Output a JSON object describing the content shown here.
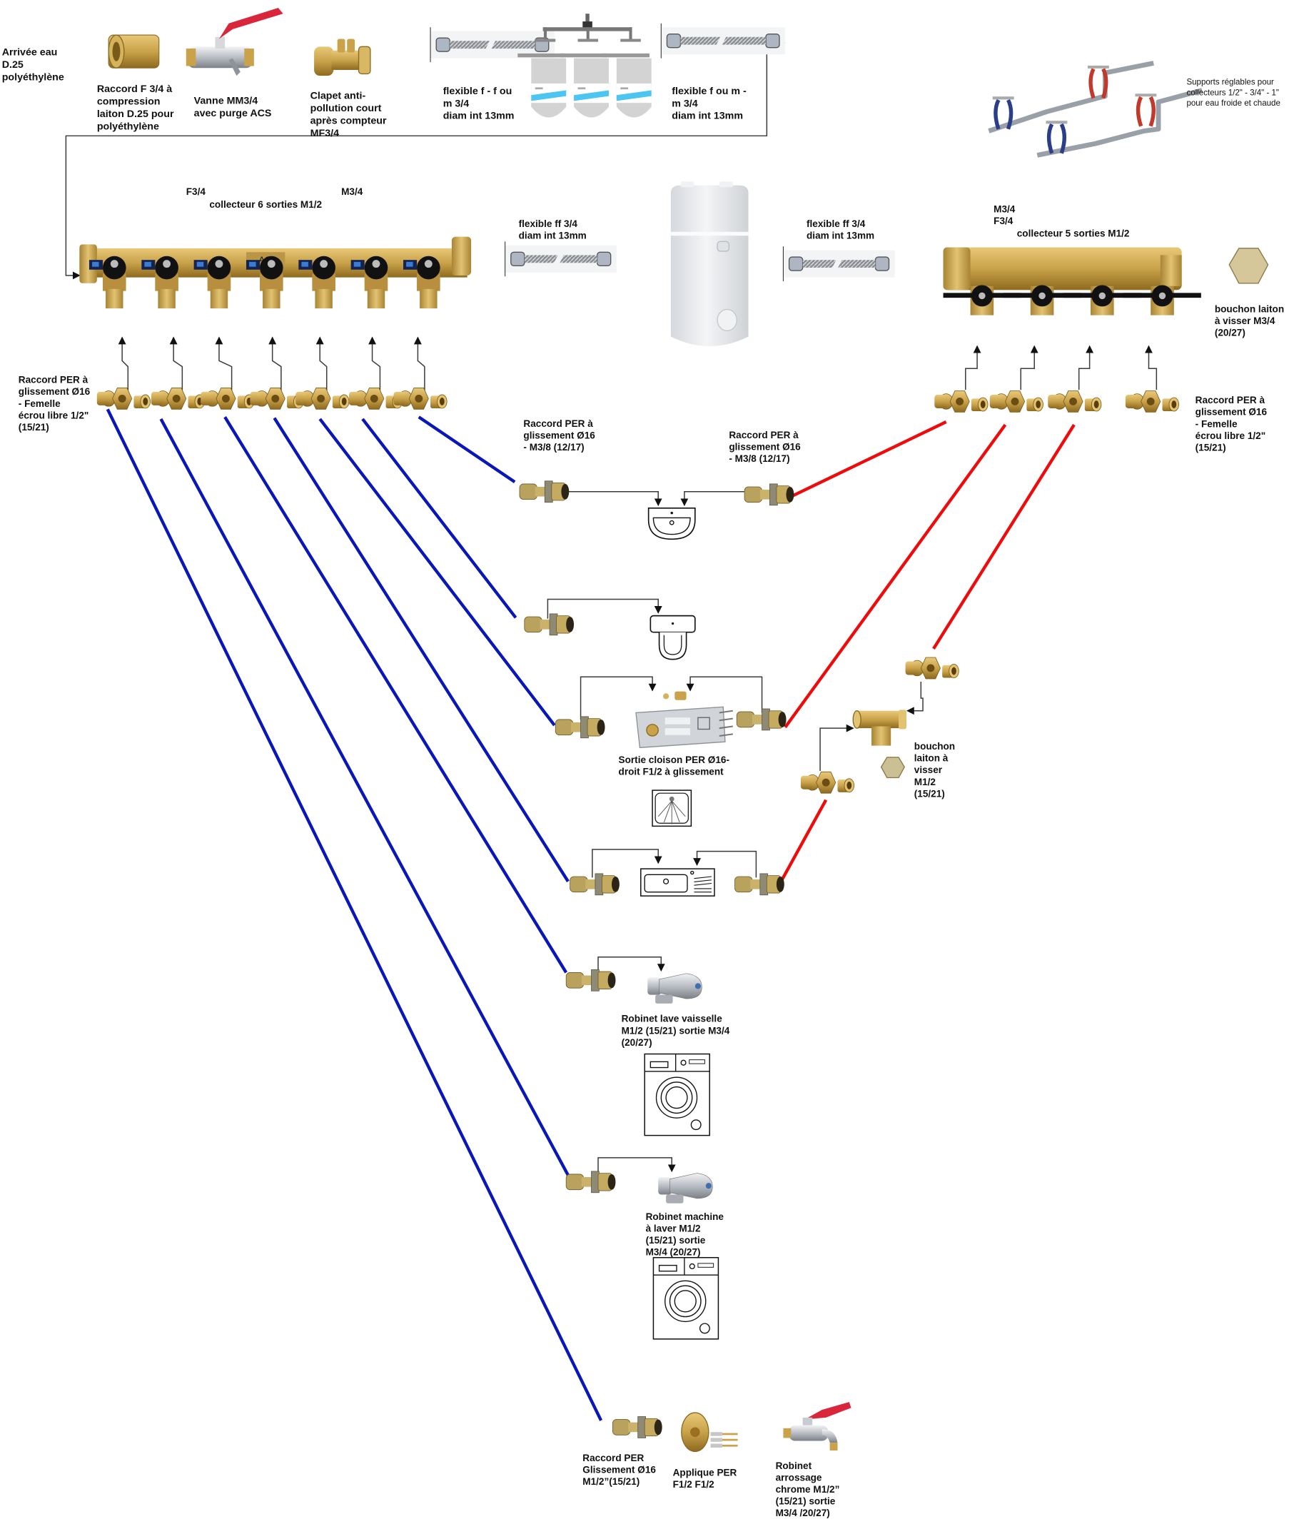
{
  "colors": {
    "cold_pipe": "#0a17b8",
    "hot_pipe": "#ee0b0b",
    "connector_line": "#3a3a3a",
    "brass": "#c9a24a",
    "brass_dark": "#8e6a1f",
    "chrome": "#c8ccd2",
    "filter_body": "#d3d3d3",
    "filter_stripe": "#4cc6f0",
    "valve_handle_red": "#d9263a",
    "valve_handle_black": "#111111",
    "boiler_body": "#e9ebee"
  },
  "supply_chain": {
    "water_inlet": {
      "label_lines": [
        "Arrivée eau",
        "D.25",
        "polyéthylène"
      ]
    },
    "compression_fitting": {
      "label_lines": [
        "Raccord F 3/4 à",
        "compression",
        "laiton D.25 pour",
        "polyéthylène"
      ]
    },
    "ball_valve": {
      "label_lines": [
        "Vanne MM3/4",
        "avec purge ACS"
      ]
    },
    "check_valve": {
      "label_lines": [
        "Clapet anti-",
        "pollution court",
        "après compteur",
        "MF3/4"
      ]
    },
    "flexible_in": {
      "label_lines": [
        "flexible f - f ou",
        "m 3/4",
        "diam int 13mm"
      ]
    },
    "filter_unit": {
      "icon": "triple-water-filter-icon",
      "cartridges": 3
    },
    "flexible_out": {
      "label_lines": [
        "flexible f ou m -",
        "m 3/4",
        "diam int 13mm"
      ]
    }
  },
  "cold_manifold": {
    "inlet_label": "F3/4",
    "outlet_label": "M3/4",
    "title": "collecteur 6 sorties M1/2",
    "brand_mark": "AC",
    "outputs": 7
  },
  "water_heater": {
    "flexible_left": {
      "label_lines": [
        "flexible ff 3/4",
        "diam int 13mm"
      ]
    },
    "flexible_right": {
      "label_lines": [
        "flexible ff 3/4",
        "diam int 13mm"
      ]
    },
    "icon": "water-heater-icon"
  },
  "hot_manifold": {
    "outlet_label": "M3/4",
    "inlet_label": "F3/4",
    "title": "collecteur 5 sorties M1/2",
    "outputs": 4
  },
  "supports": {
    "label_lines": [
      "Supports réglables pour",
      "collecteurs 1/2\" - 3/4\" - 1\"",
      "pour eau froide et chaude"
    ]
  },
  "end_cap_large": {
    "label_lines": [
      "bouchon laiton",
      "à visser M3/4",
      "(20/27)"
    ]
  },
  "per_fitting_female_left": {
    "label_lines": [
      "Raccord PER à",
      "glissement Ø16",
      "- Femelle",
      "écrou libre 1/2\"",
      "(15/21)"
    ]
  },
  "per_fitting_female_right": {
    "label_lines": [
      "Raccord PER à",
      "glissement Ø16",
      "- Femelle",
      "écrou libre 1/2\"",
      "(15/21)"
    ]
  },
  "per_fitting_m38_left": {
    "label_lines": [
      "Raccord PER à",
      "glissement Ø16",
      "- M3/8 (12/17)"
    ]
  },
  "per_fitting_m38_right": {
    "label_lines": [
      "Raccord PER à",
      "glissement Ø16",
      "- M3/8 (12/17)"
    ]
  },
  "wall_outlet": {
    "label_lines": [
      "Sortie cloison PER Ø16-",
      "droit F1/2 à glissement"
    ]
  },
  "tee_cap": {
    "label_lines": [
      "bouchon",
      "laiton à",
      "visser",
      "M1/2",
      "(15/21)"
    ]
  },
  "dishwasher_tap": {
    "label_lines": [
      "Robinet lave vaisselle",
      "M1/2 (15/21) sortie M3/4",
      "(20/27)"
    ]
  },
  "washing_machine_tap": {
    "label_lines": [
      "Robinet machine",
      "à laver M1/2",
      "(15/21) sortie",
      "M3/4 (20/27)"
    ]
  },
  "garden": {
    "fitting": {
      "label_lines": [
        "Raccord PER",
        "Glissement Ø16",
        "M1/2”(15/21)"
      ]
    },
    "wall_plate": {
      "label_lines": [
        "Applique PER",
        "F1/2 F1/2"
      ]
    },
    "tap": {
      "label_lines": [
        "Robinet",
        "arrossage",
        "chrome M1/2”",
        "(15/21) sortie",
        "M3/4 /20/27)"
      ]
    }
  },
  "fixtures": [
    "washbasin",
    "toilet",
    "shower",
    "kitchen-sink",
    "dishwasher",
    "washing-machine",
    "garden-tap"
  ],
  "circuits": {
    "cold": [
      "washbasin",
      "toilet",
      "shower",
      "kitchen-sink",
      "dishwasher",
      "washing-machine",
      "garden-tap"
    ],
    "hot": [
      "washbasin",
      "shower",
      "tee-to-kitchen-sink",
      "kitchen-sink"
    ]
  }
}
